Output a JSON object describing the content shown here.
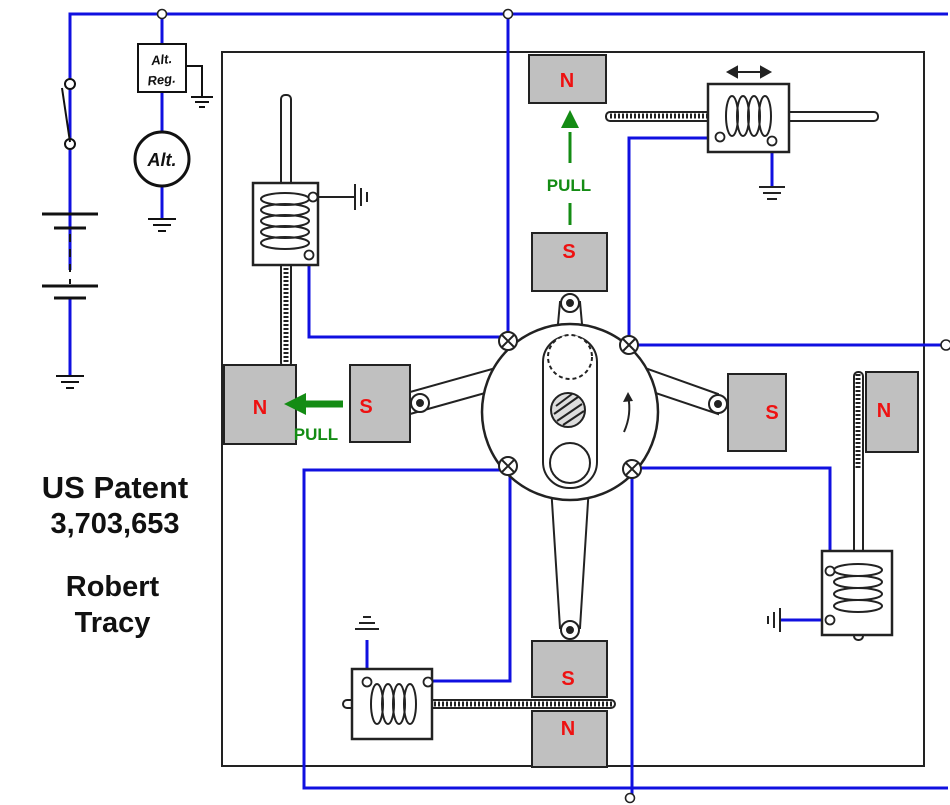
{
  "caption": {
    "title": "US Patent",
    "number": "3,703,653",
    "inventor_first": "Robert",
    "inventor_last": "Tracy"
  },
  "magnets": [
    {
      "id": "top-outer",
      "pole": "N"
    },
    {
      "id": "top-inner",
      "pole": "S"
    },
    {
      "id": "left-outer",
      "pole": "N"
    },
    {
      "id": "left-inner",
      "pole": "S"
    },
    {
      "id": "right-inner",
      "pole": "S"
    },
    {
      "id": "right-outer",
      "pole": "N"
    },
    {
      "id": "bottom-inner",
      "pole": "S"
    },
    {
      "id": "bottom-outer",
      "pole": "N"
    }
  ],
  "pull_labels": {
    "vertical": "PULL",
    "horizontal": "PULL"
  },
  "regulator": {
    "line1": "Alt.",
    "line2": "Reg."
  },
  "alternator": {
    "label": "Alt."
  },
  "colors": {
    "wire": "#1010e0",
    "magnet_fill": "#c0c0c0",
    "pole_text": "#ee1111",
    "pull_arrow": "#148c14",
    "outline": "#222222"
  }
}
